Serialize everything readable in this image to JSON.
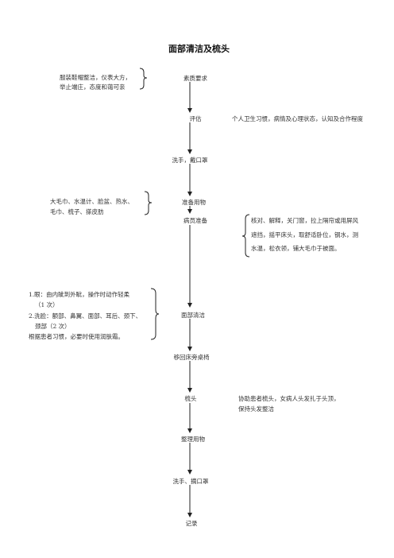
{
  "title": "面部清洁及梳头",
  "steps": [
    "素质要求",
    "评估",
    "洗手，戴口罩",
    "准备用物",
    "病员准备",
    "面部清洁",
    "移回床旁桌椅",
    "梳头",
    "整理用物",
    "洗手、摘口罩",
    "记录"
  ],
  "notes": {
    "quality": [
      "服装鞋帽整洁，仪表大方，",
      "举止端庄，态度和蔼可亲"
    ],
    "assess": "个人卫生习惯，病情及心理状态，认知及合作程度",
    "supplies": [
      "大毛巾、水温计、脸盆、热水、",
      "毛巾、梳子、搽皮肪"
    ],
    "patient": [
      "核对、解释，关门窗，拉上隔帘或用屏风",
      "遮挡，摇平床头，取舒适卧位，钢水，测",
      "水温，松衣领，铺大毛巾于被面。"
    ],
    "face": [
      "1.眼：由内眦到外眦，操作时动作轻柔",
      "（1 次）",
      "2.洗脸：额部、鼻翼、面部、耳后、颈下、",
      "颈部（2 次）",
      "根据患者习惯，必要时使用润肤霜。"
    ],
    "comb": [
      "协助患者梳头，女病人头发扎于头顶，",
      "保持头发整洁"
    ]
  }
}
